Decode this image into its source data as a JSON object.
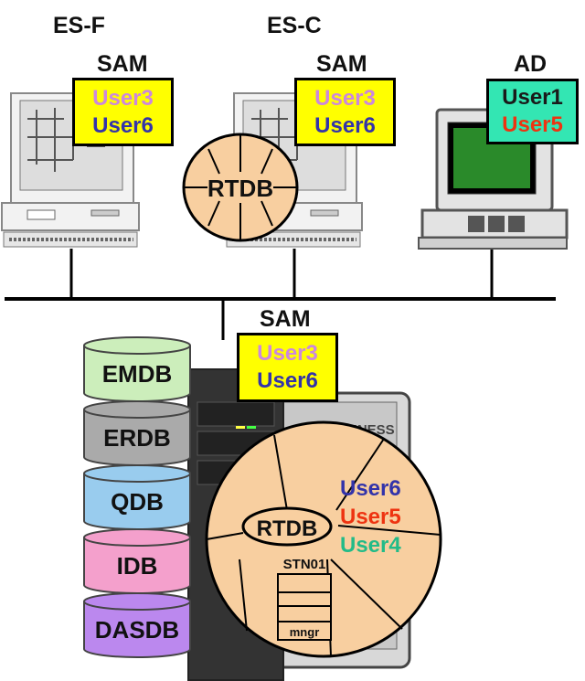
{
  "colors": {
    "sam_box": "#ffff00",
    "ad_box": "#33e6b3",
    "user1": "#1a1a1a",
    "user3": "#cc88dd",
    "user4": "#22bb88",
    "user5": "#ee3311",
    "user6": "#3333aa",
    "db_emdb": "#cceebb",
    "db_erdb": "#aaaaaa",
    "db_qdb": "#99ccee",
    "db_idb": "#f4a0cc",
    "db_dasdb": "#bb88ee",
    "rtdb_fill": "#f8cfa0"
  },
  "nodes": {
    "es_f": {
      "title": "ES-F",
      "sam_label": "SAM",
      "users": [
        "User3",
        "User6"
      ]
    },
    "es_c": {
      "title": "ES-C",
      "sam_label": "SAM",
      "users": [
        "User3",
        "User6"
      ],
      "rtdb_label": "RTDB"
    },
    "ad": {
      "title": "AD",
      "users": [
        "User1",
        "User5"
      ]
    }
  },
  "server": {
    "sam_label": "SAM",
    "sam_users": [
      "User3",
      "User6"
    ],
    "brand_text": "BUSINESS",
    "rtdb_label": "RTDB",
    "rtdb_users": [
      "User6",
      "User5",
      "User4"
    ],
    "station_label": "STN01",
    "station_footer": "mngr"
  },
  "databases": [
    "EMDB",
    "ERDB",
    "QDB",
    "IDB",
    "DASDB"
  ]
}
